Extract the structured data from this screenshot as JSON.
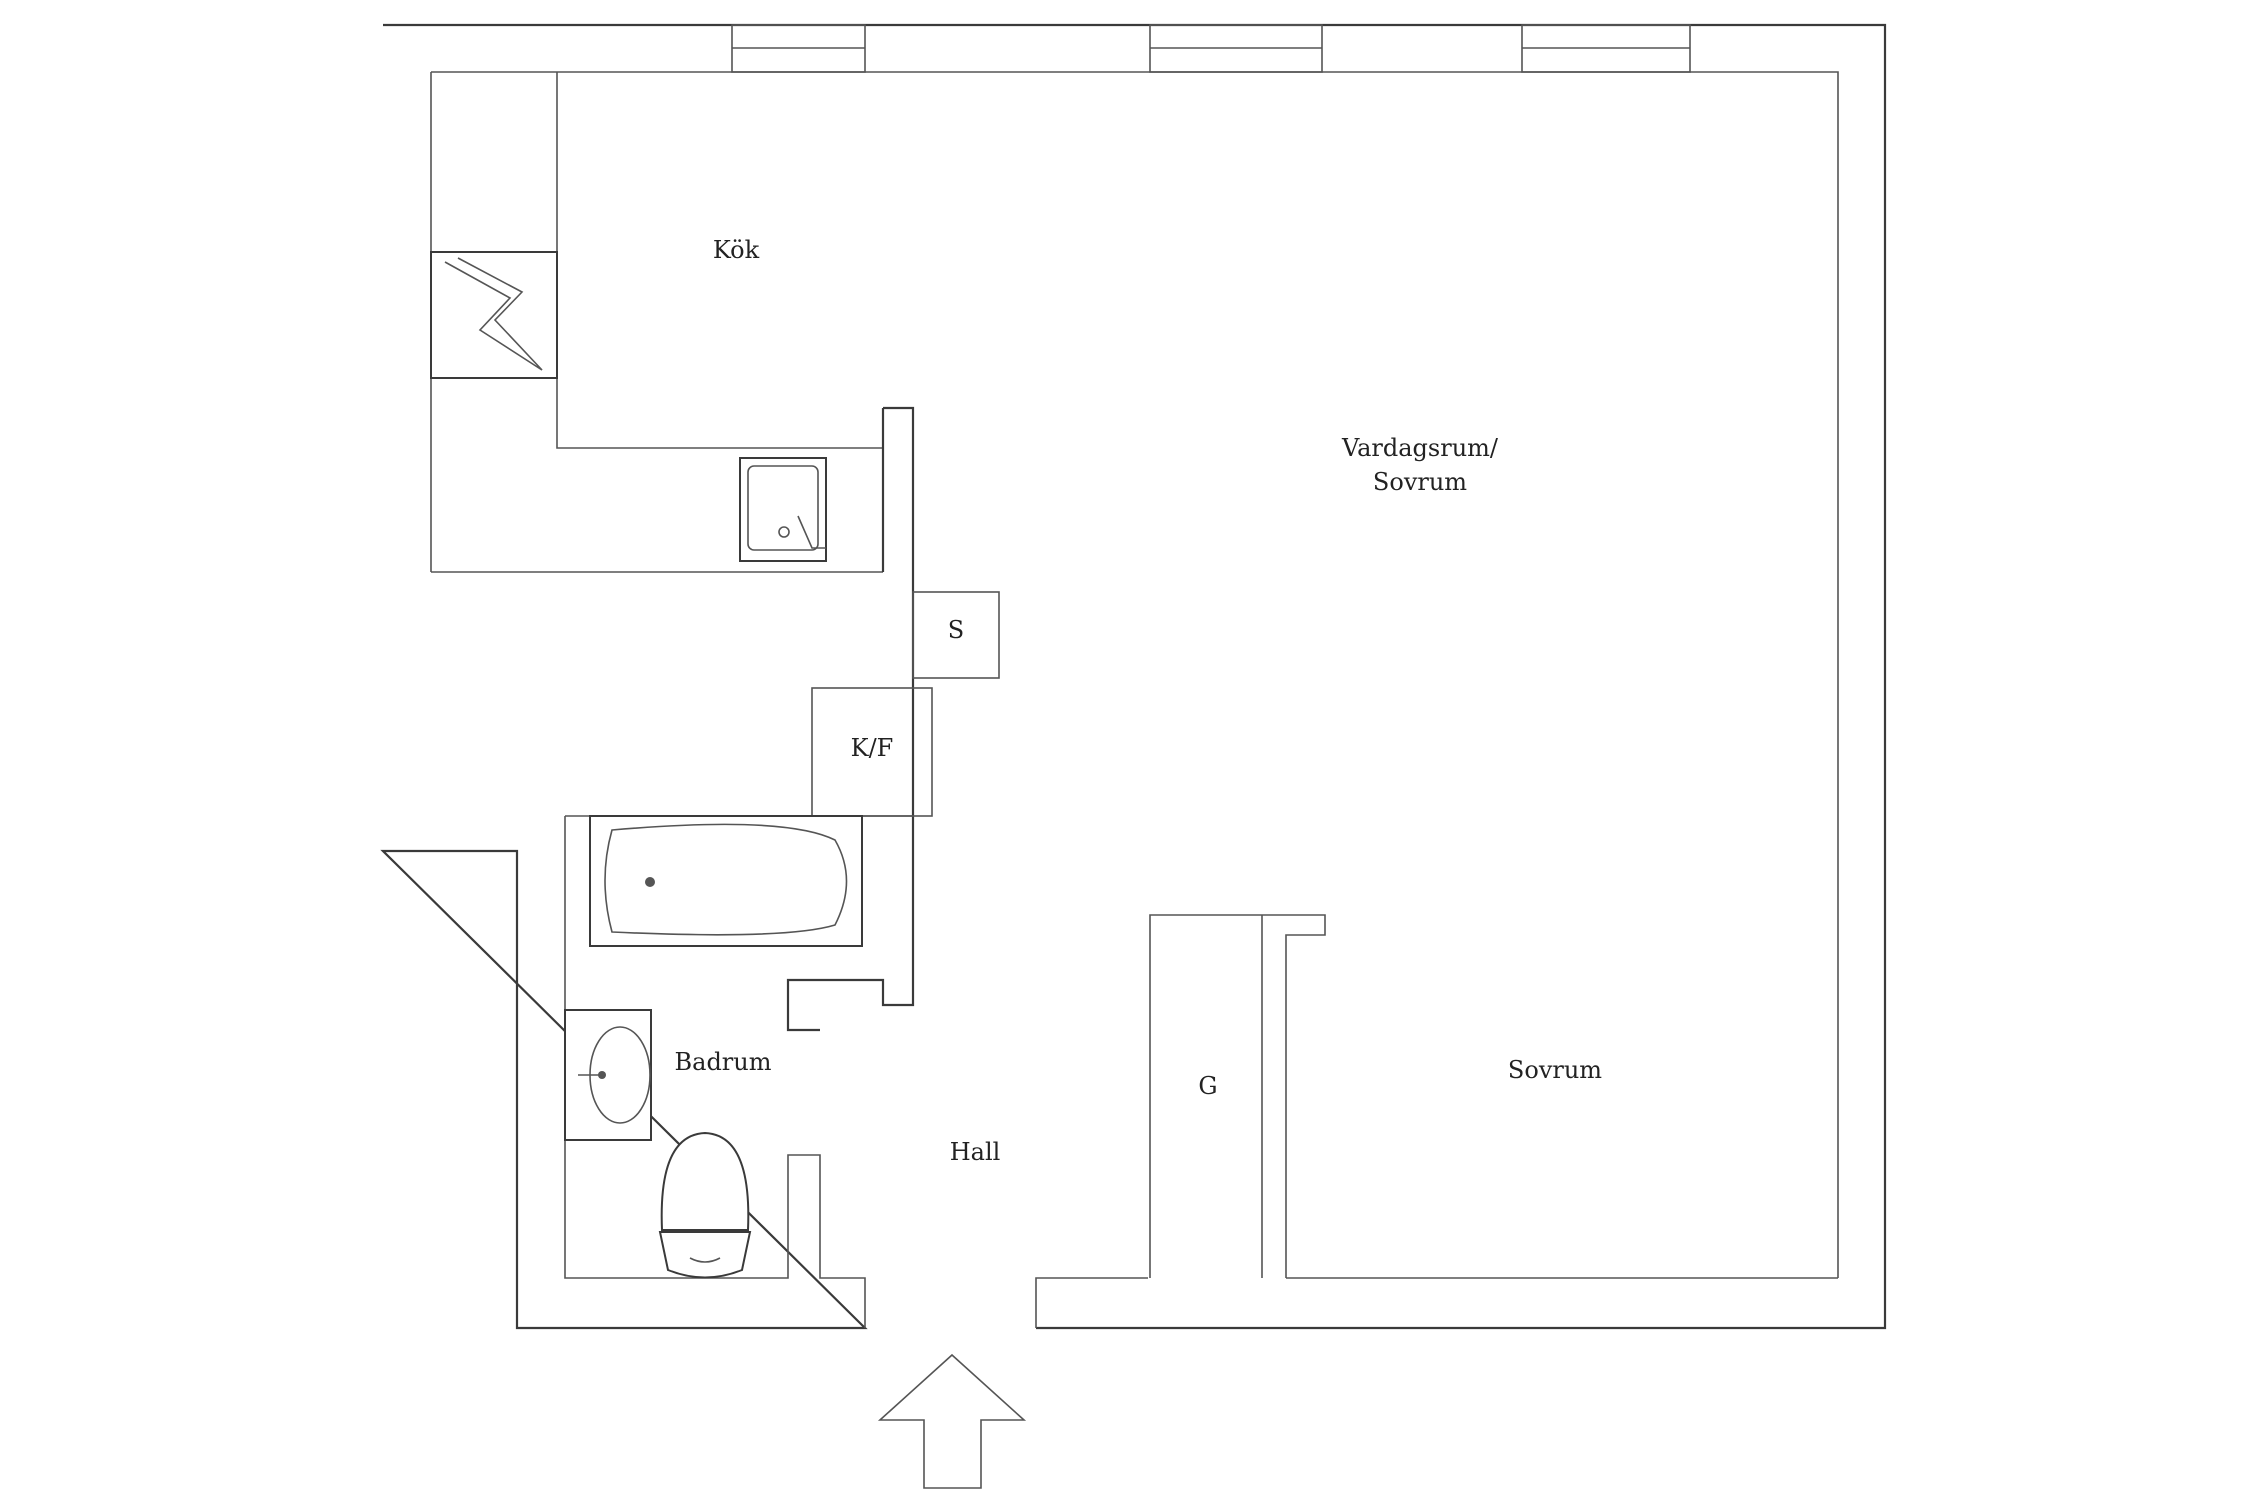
{
  "plan": {
    "rooms": {
      "kok": "Kök",
      "vardagsrum_line1": "Vardagsrum/",
      "vardagsrum_line2": "Sovrum",
      "sovrum": "Sovrum",
      "badrum": "Badrum",
      "hall": "Hall"
    },
    "closets": {
      "s": "S",
      "kf": "K/F",
      "g": "G"
    }
  }
}
